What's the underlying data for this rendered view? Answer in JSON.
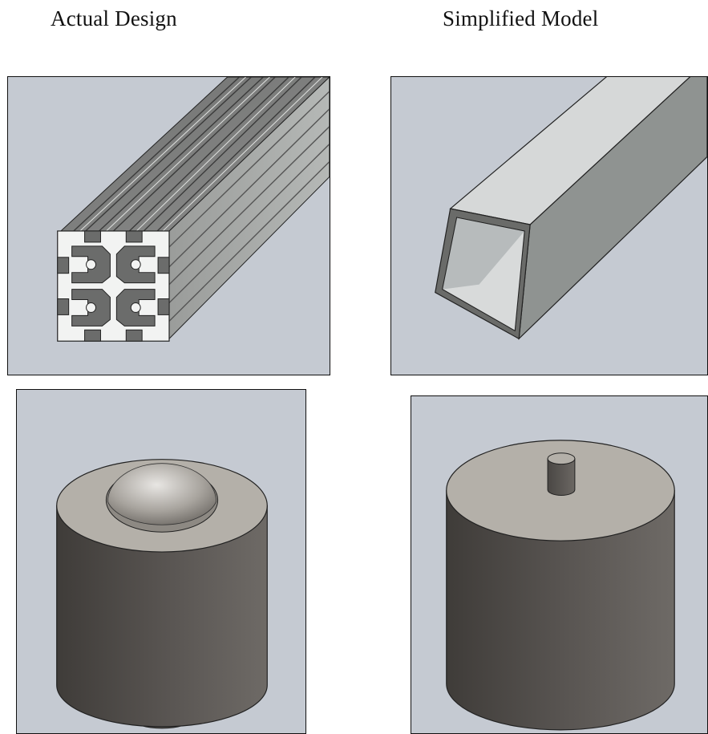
{
  "headings": {
    "left": "Actual Design",
    "right": "Simplified Model"
  },
  "panels": [
    {
      "id": "actual-extrusion",
      "depicts": "t-slot-extrusion-icon"
    },
    {
      "id": "simplified-extrusion",
      "depicts": "square-tube-icon"
    },
    {
      "id": "actual-ball-transfer",
      "depicts": "ball-transfer-unit-icon"
    },
    {
      "id": "simplified-ball-transfer",
      "depicts": "cylinder-with-pin-icon"
    }
  ],
  "colors": {
    "background": "#c5cad2",
    "metal_light": "#d6d8d8",
    "metal_mid": "#8a8f8d",
    "metal_dark": "#4a4845",
    "cap_face": "#b3afa8"
  }
}
